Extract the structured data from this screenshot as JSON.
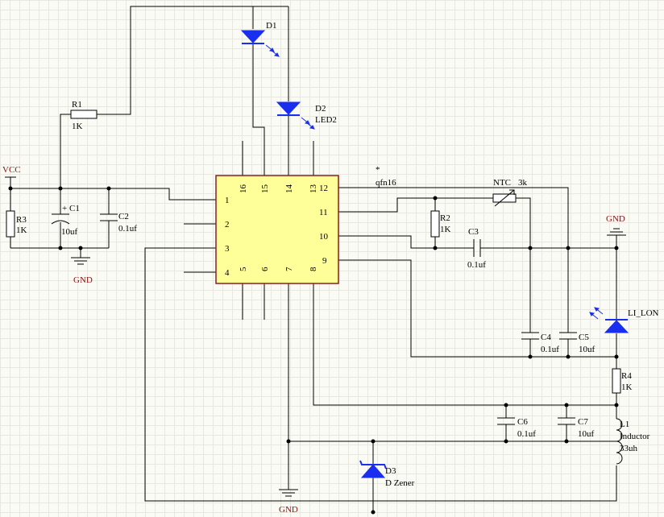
{
  "ic": {
    "name": "qfn16",
    "marker": "*",
    "pins": [
      "1",
      "2",
      "3",
      "4",
      "5",
      "6",
      "7",
      "8",
      "9",
      "10",
      "11",
      "12",
      "13",
      "14",
      "15",
      "16"
    ]
  },
  "power": {
    "vcc": "VCC",
    "gnd_left": "GND",
    "gnd_bottom": "GND",
    "gnd_right": "GND"
  },
  "components": {
    "r1": {
      "ref": "R1",
      "value": "1K"
    },
    "r2": {
      "ref": "R2",
      "value": "1K"
    },
    "r3": {
      "ref": "R3",
      "value": "1K"
    },
    "r4": {
      "ref": "R4",
      "value": "1K"
    },
    "c1": {
      "ref": "C1",
      "value": "10uf",
      "polarity": "+"
    },
    "c2": {
      "ref": "C2",
      "value": "0.1uf"
    },
    "c3": {
      "ref": "C3",
      "value": "0.1uf"
    },
    "c4": {
      "ref": "C4",
      "value": "0.1uf"
    },
    "c5": {
      "ref": "C5",
      "value": "10uf"
    },
    "c6": {
      "ref": "C6",
      "value": "0.1uf"
    },
    "c7": {
      "ref": "C7",
      "value": "10uf"
    },
    "d1": {
      "ref": "D1"
    },
    "d2": {
      "ref": "D2",
      "value": "LED2"
    },
    "d3": {
      "ref": "D3",
      "value": "D Zener"
    },
    "ntc": {
      "ref": "NTC",
      "value": "3k"
    },
    "led_li": {
      "ref": "LI_LON"
    },
    "l1": {
      "ref": "L1",
      "type": "Inductor",
      "value": "33uh"
    }
  },
  "colors": {
    "ic_fill": "#ffff99",
    "ic_stroke": "#8b2020",
    "led": "#1a2ef0",
    "power_label": "#8a1010",
    "wire": "#000000"
  }
}
